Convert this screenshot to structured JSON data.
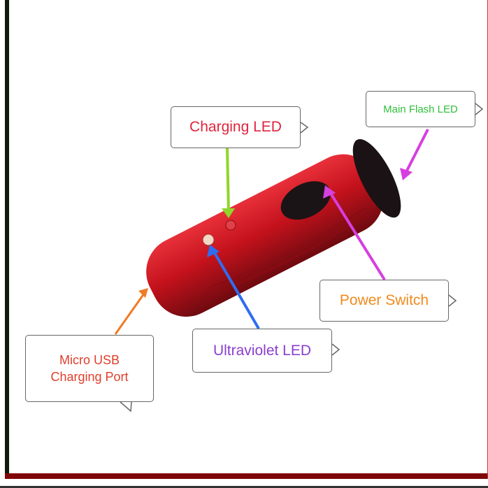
{
  "labels": {
    "charging_led": {
      "text": "Charging LED",
      "color": "#e0243d"
    },
    "main_flash_led": {
      "text": "Main Flash LED",
      "color": "#2fbf3a"
    },
    "power_switch": {
      "text": "Power Switch",
      "color": "#f08a1c"
    },
    "ultraviolet_led": {
      "text": "Ultraviolet LED",
      "color": "#8a3fd1"
    },
    "micro_usb": {
      "line1": "Micro USB",
      "line2": "Charging Port",
      "color": "#e0402d"
    }
  },
  "colors": {
    "body": "#c4121c",
    "head": "#1a1214",
    "arrow_green": "#8fd62a",
    "arrow_magenta": "#d63fe0",
    "arrow_blue": "#2f6df0",
    "arrow_orange": "#f07a25"
  }
}
